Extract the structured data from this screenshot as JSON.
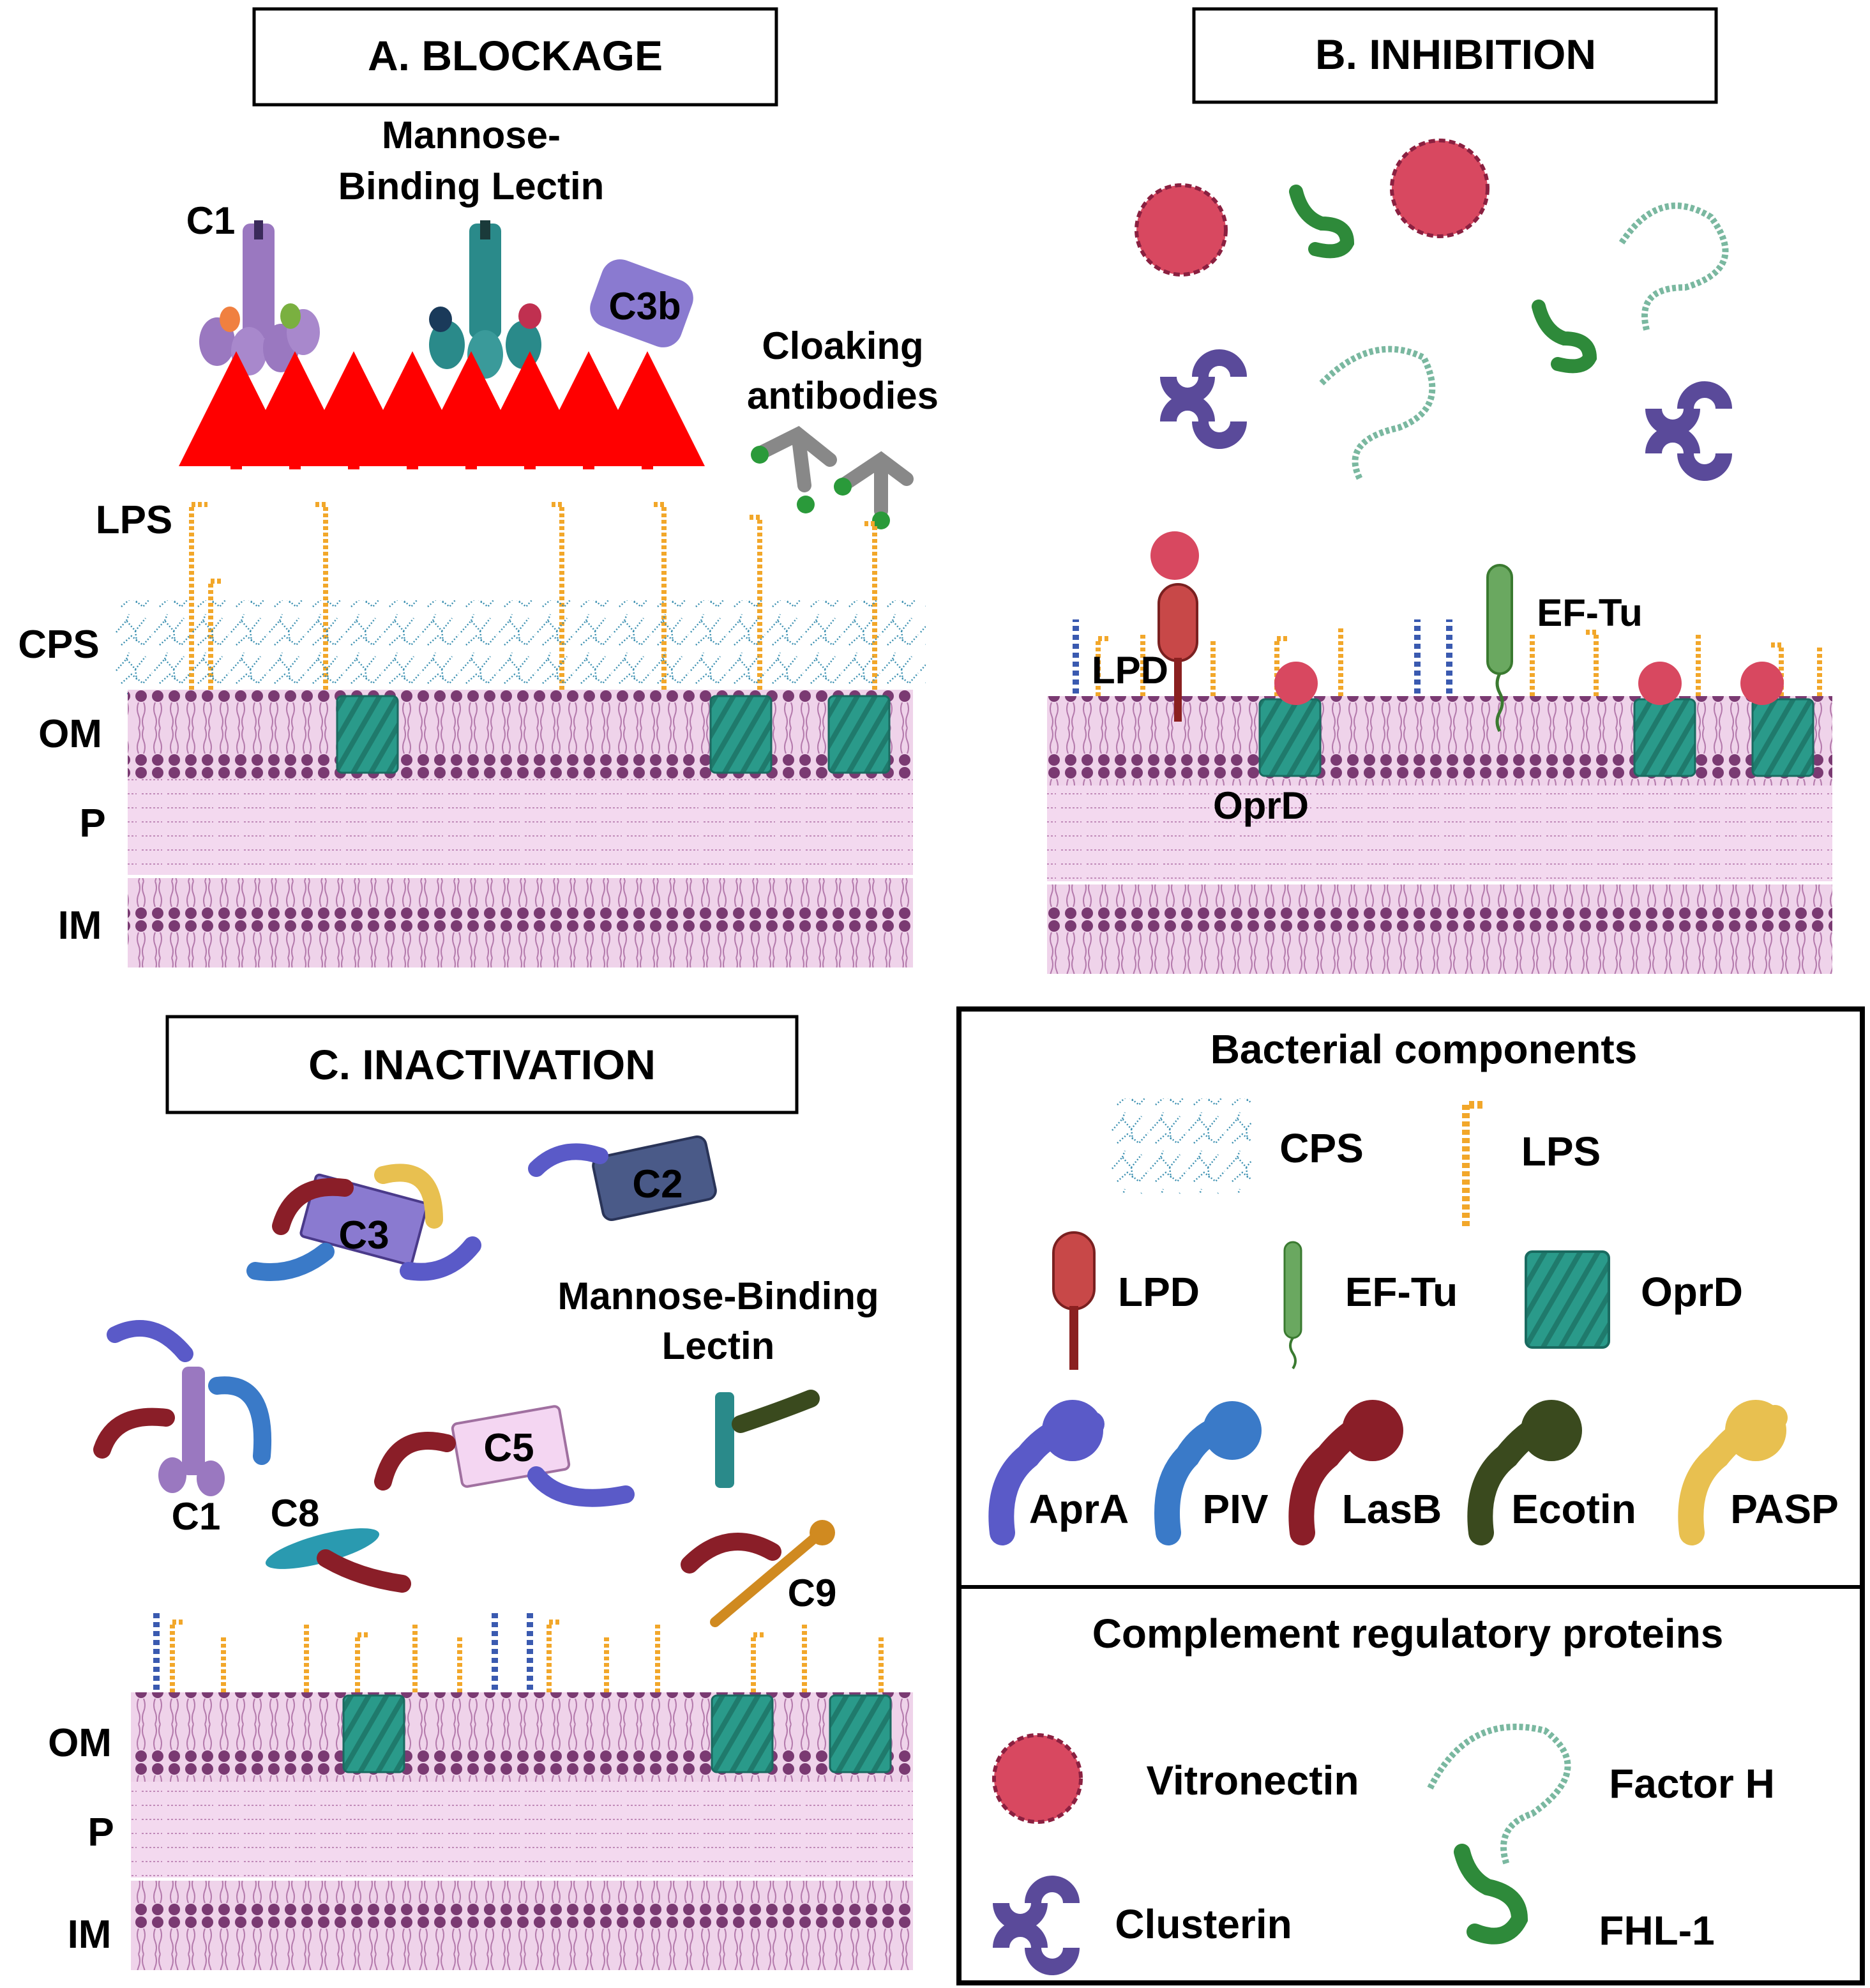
{
  "panels": {
    "blockage": {
      "title": "A. BLOCKAGE",
      "mbl": [
        "Mannose-",
        "Binding Lectin"
      ],
      "c1": "C1",
      "c3b": "C3b",
      "cloaking": [
        "Cloaking",
        "antibodies"
      ],
      "layers": {
        "lps": "LPS",
        "cps": "CPS",
        "om": "OM",
        "p": "P",
        "im": "IM"
      }
    },
    "inhibition": {
      "title": "B. INHIBITION",
      "lpd": "LPD",
      "eftu": "EF-Tu",
      "oprd": "OprD"
    },
    "inactivation": {
      "title": "C. INACTIVATION",
      "c3": "C3",
      "c2": "C2",
      "c5": "C5",
      "c1": "C1",
      "c8": "C8",
      "c9": "C9",
      "mbl": [
        "Mannose-Binding",
        "Lectin"
      ],
      "layers": {
        "om": "OM",
        "p": "P",
        "im": "IM"
      }
    }
  },
  "legend": {
    "bacterial_title": "Bacterial components",
    "cps": "CPS",
    "lps": "LPS",
    "lpd": "LPD",
    "eftu": "EF-Tu",
    "oprd": "OprD",
    "proteases": [
      "AprA",
      "PIV",
      "LasB",
      "Ecotin",
      "PASP"
    ],
    "regulatory_title": "Complement regulatory proteins",
    "vitronectin": "Vitronectin",
    "factor_h": "Factor H",
    "clusterin": "Clusterin",
    "fhl1": "FHL-1"
  },
  "colors": {
    "membrane": "#e9c8e6",
    "head": "#7a3a72",
    "porin": "#2a9a8a",
    "lps": "#f2a72a",
    "cps": "#3a8fb0",
    "arrow": "#ff0000",
    "lpd": "#c84848",
    "eftu": "#6aa860",
    "vitronectin": "#d84860",
    "clusterin": "#5a4a9a",
    "factorh": "#7ab8a0",
    "fhl1": "#2e8a3a",
    "apra": "#5a5ac8",
    "piv": "#3a7ac8",
    "lasb": "#8a1e28",
    "ecotin": "#3a4a1e",
    "pasp": "#e8c050"
  }
}
